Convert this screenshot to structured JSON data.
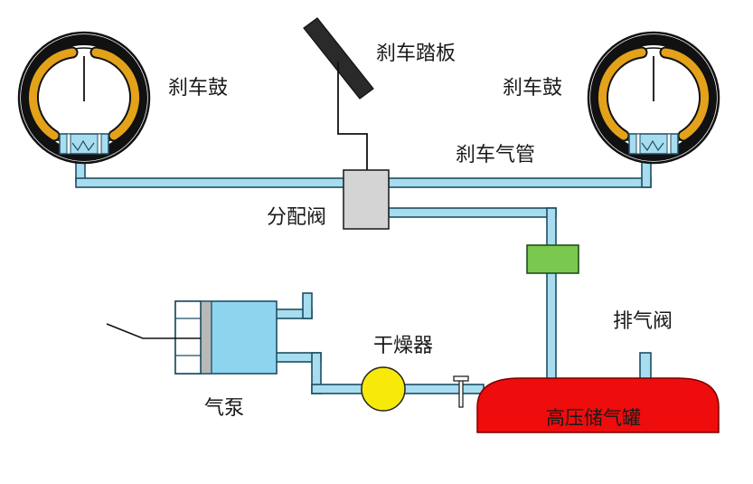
{
  "labels": {
    "drum_left": "刹车鼓",
    "drum_right": "刹车鼓",
    "pedal": "刹车踏板",
    "brake_line": "刹车气管",
    "distribution_valve": "分配阀",
    "dryer": "干燥器",
    "exhaust_valve": "排气阀",
    "pump": "气泵",
    "tank": "高压储气罐"
  },
  "colors": {
    "pipe_fill": "#a8dcef",
    "pipe_stroke": "#1d4f63",
    "shoe": "#e3a21a",
    "valve_grey": "#d4d4d4",
    "check_valve_green": "#7ac84e",
    "dryer_yellow": "#f7ea0a",
    "pump_blue": "#8fd4ee",
    "tank_red": "#ef0c0c"
  }
}
